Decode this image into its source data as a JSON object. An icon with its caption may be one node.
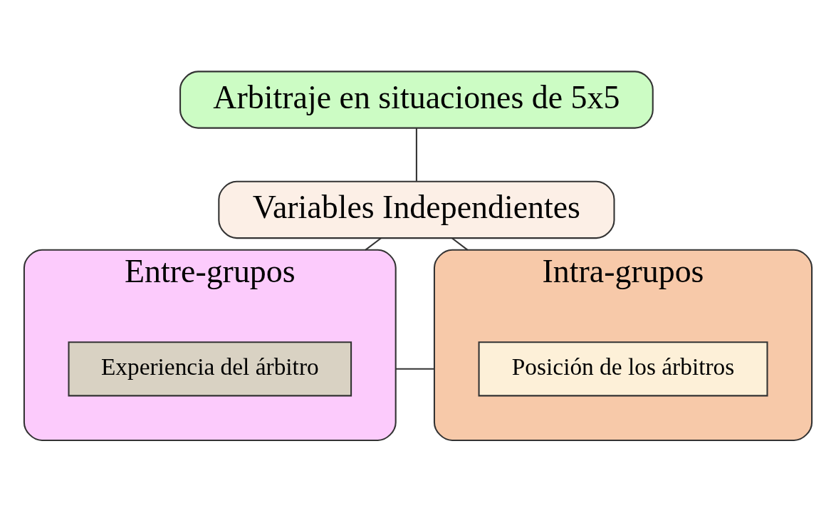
{
  "diagram": {
    "nodes": [
      {
        "text": [
          "Arbitraje en situaciones de 5x5"
        ]
      },
      {
        "text": [
          "Variables Independientes"
        ]
      },
      {
        "text": [
          "Entre-grupos"
        ]
      },
      {
        "text": [
          "Experiencia del árbitro"
        ],
        "in": 2
      },
      {
        "text": [
          "Intra-grupos"
        ]
      },
      {
        "text": [
          "Posición de los árbitros"
        ],
        "in": 4
      }
    ],
    "edges": [
      {
        "from": 0,
        "to": 1,
        "arrow": "none"
      },
      {
        "from": 1,
        "to": 2,
        "arrow": "none"
      },
      {
        "from": 1,
        "to": 4,
        "arrow": "none"
      },
      {
        "from": 2,
        "to": 4,
        "arrow": "none"
      }
    ]
  }
}
